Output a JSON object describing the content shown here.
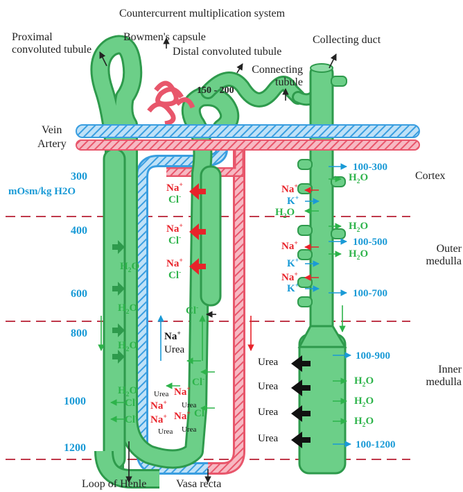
{
  "title": "Countercurrent multiplication system",
  "structures": {
    "proximal": "Proximal convoluted tubule",
    "bowman": "Bowmen's capsule",
    "distal": "Distal convoluted tubule",
    "connecting": "Connecting tubule",
    "collecting": "Collecting duct",
    "vein": "Vein",
    "artery": "Artery",
    "loop": "Loop of Henle",
    "vasa": "Vasa recta",
    "dct_range": "150 - 200"
  },
  "osmolality": {
    "unit": "mOsm/kg H2O",
    "levels": [
      "300",
      "400",
      "600",
      "800",
      "1000",
      "1200"
    ]
  },
  "zones": {
    "cortex": "Cortex",
    "outer": "Outer medulla",
    "inner": "Inner medulla"
  },
  "duct_values": [
    "100-300",
    "100-500",
    "100-700",
    "100-900",
    "100-1200"
  ],
  "ions": {
    "na": "Na",
    "na_sup": "+",
    "cl": "Cl",
    "cl_sup": "-",
    "k": "K",
    "k_sup": "+",
    "h2o_h": "H",
    "h2o_sub": "2",
    "h2o_o": "O",
    "urea": "Urea"
  },
  "colors": {
    "tubule": "#5cc77a",
    "tubule_dark": "#2e9a4c",
    "artery": "#e8566b",
    "vein": "#3a9ee0",
    "blue_text": "#1a9ad6",
    "green_text": "#2db34a",
    "red_text": "#e8232a"
  }
}
